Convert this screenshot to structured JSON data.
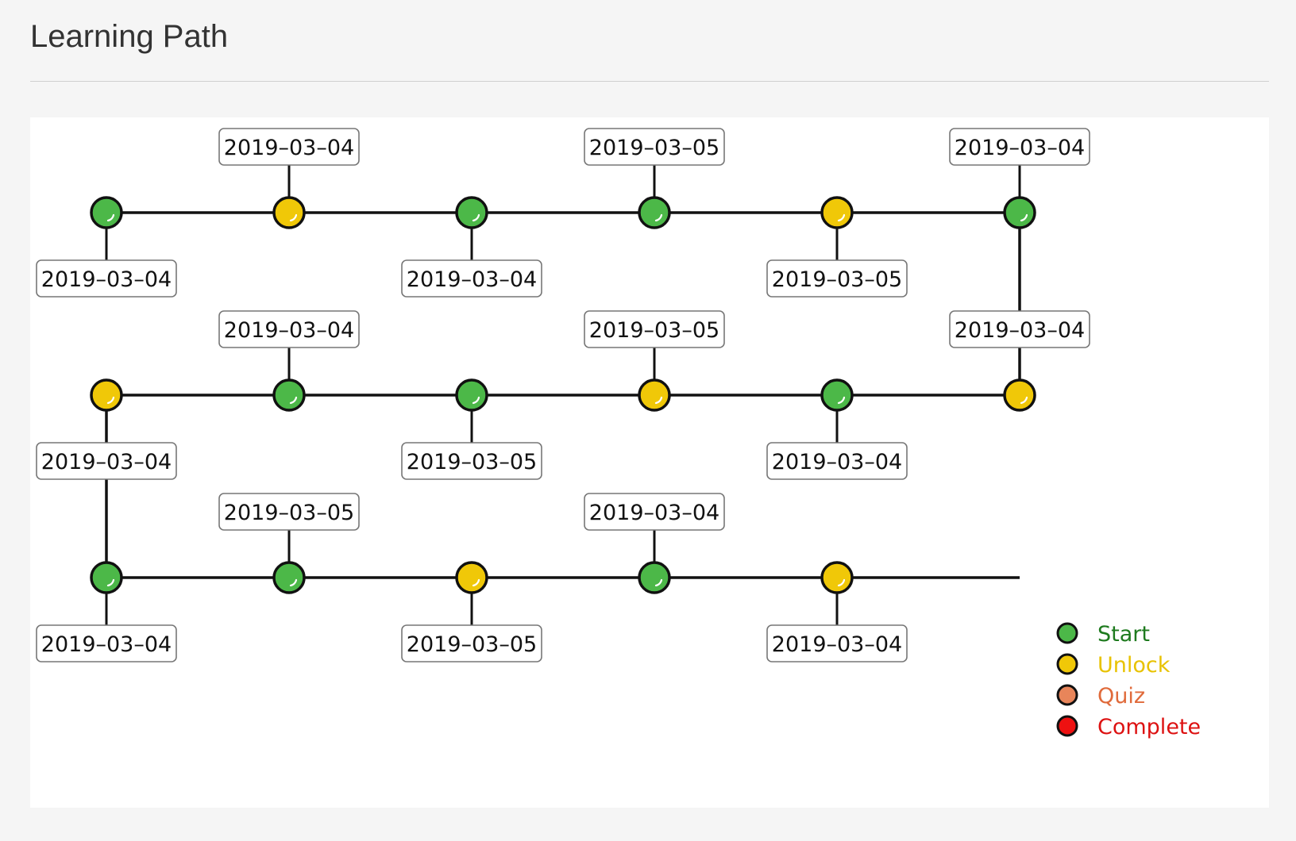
{
  "page": {
    "title": "Learning Path"
  },
  "status_colors": {
    "start": "#4cb848",
    "unlock": "#f0c808",
    "quiz": "#e8855a",
    "complete": "#ee1111"
  },
  "legend_text_colors": {
    "start": "#1e7a1e",
    "unlock": "#e8c200",
    "quiz": "#e06a3a",
    "complete": "#dd1111"
  },
  "legend": {
    "items": [
      {
        "key": "start",
        "label": "Start"
      },
      {
        "key": "unlock",
        "label": "Unlock"
      },
      {
        "key": "quiz",
        "label": "Quiz"
      },
      {
        "key": "complete",
        "label": "Complete"
      }
    ]
  },
  "path": {
    "rows": [
      {
        "nodes": [
          {
            "status": "start",
            "date": "2019–03–04",
            "label_side": "below"
          },
          {
            "status": "unlock",
            "date": "2019–03–04",
            "label_side": "above"
          },
          {
            "status": "start",
            "date": "2019–03–04",
            "label_side": "below"
          },
          {
            "status": "start",
            "date": "2019–03–05",
            "label_side": "above"
          },
          {
            "status": "unlock",
            "date": "2019–03–05",
            "label_side": "below"
          },
          {
            "status": "start",
            "date": "2019–03–04",
            "label_side": "above"
          }
        ]
      },
      {
        "nodes": [
          {
            "status": "unlock",
            "date": "2019–03–04",
            "label_side": "above"
          },
          {
            "status": "start",
            "date": "2019–03–04",
            "label_side": "below"
          },
          {
            "status": "unlock",
            "date": "2019–03–05",
            "label_side": "above"
          },
          {
            "status": "start",
            "date": "2019–03–05",
            "label_side": "below"
          },
          {
            "status": "start",
            "date": "2019–03–04",
            "label_side": "above"
          },
          {
            "status": "unlock",
            "date": "2019–03–04",
            "label_side": "below"
          }
        ]
      },
      {
        "nodes": [
          {
            "status": "start",
            "date": "2019–03–04",
            "label_side": "below"
          },
          {
            "status": "start",
            "date": "2019–03–05",
            "label_side": "above"
          },
          {
            "status": "unlock",
            "date": "2019–03–05",
            "label_side": "below"
          },
          {
            "status": "start",
            "date": "2019–03–04",
            "label_side": "above"
          },
          {
            "status": "unlock",
            "date": "2019–03–04",
            "label_side": "below"
          }
        ]
      }
    ]
  }
}
